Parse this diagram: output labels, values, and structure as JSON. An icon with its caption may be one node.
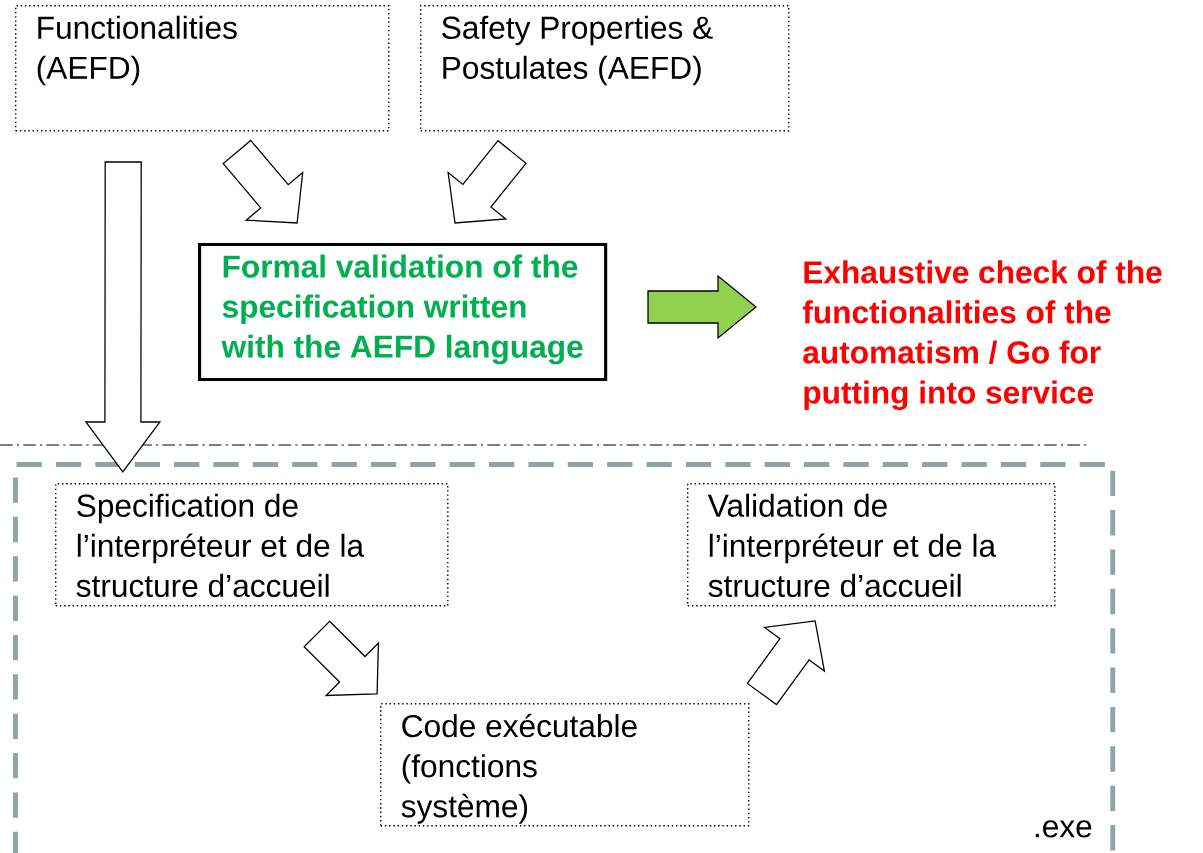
{
  "diagram": {
    "nodes": [
      {
        "text": [
          "Functionalities (AEFD)"
        ]
      },
      {
        "text": [
          "Safety Properties & Postulates (AEFD)"
        ]
      },
      {
        "text": [
          "Formal validation of the specification written with the AEFD language"
        ]
      },
      {
        "text": [
          "Exhaustive check of the functionalities of the automatism / Go for putting into service"
        ]
      },
      {
        "text": [
          ".exe"
        ]
      },
      {
        "text": [
          "Specification de l’interpréteur et de la structure d’accueil"
        ],
        "in": 4
      },
      {
        "text": [
          "Validation de l’interpréteur et de la structure d’accueil"
        ],
        "in": 4
      },
      {
        "text": [
          "Code exécutable (fonctions système)"
        ],
        "in": 4
      }
    ],
    "edges": [
      {
        "from": 0,
        "to": 2,
        "arrow": "to"
      },
      {
        "from": 1,
        "to": 2,
        "arrow": "to"
      },
      {
        "from": 2,
        "to": 3,
        "arrow": "to",
        "color": "#92d050"
      },
      {
        "from": 0,
        "to": 5,
        "arrow": "to"
      },
      {
        "from": 5,
        "to": 7,
        "arrow": "to"
      },
      {
        "from": 7,
        "to": 6,
        "arrow": "to"
      }
    ]
  }
}
